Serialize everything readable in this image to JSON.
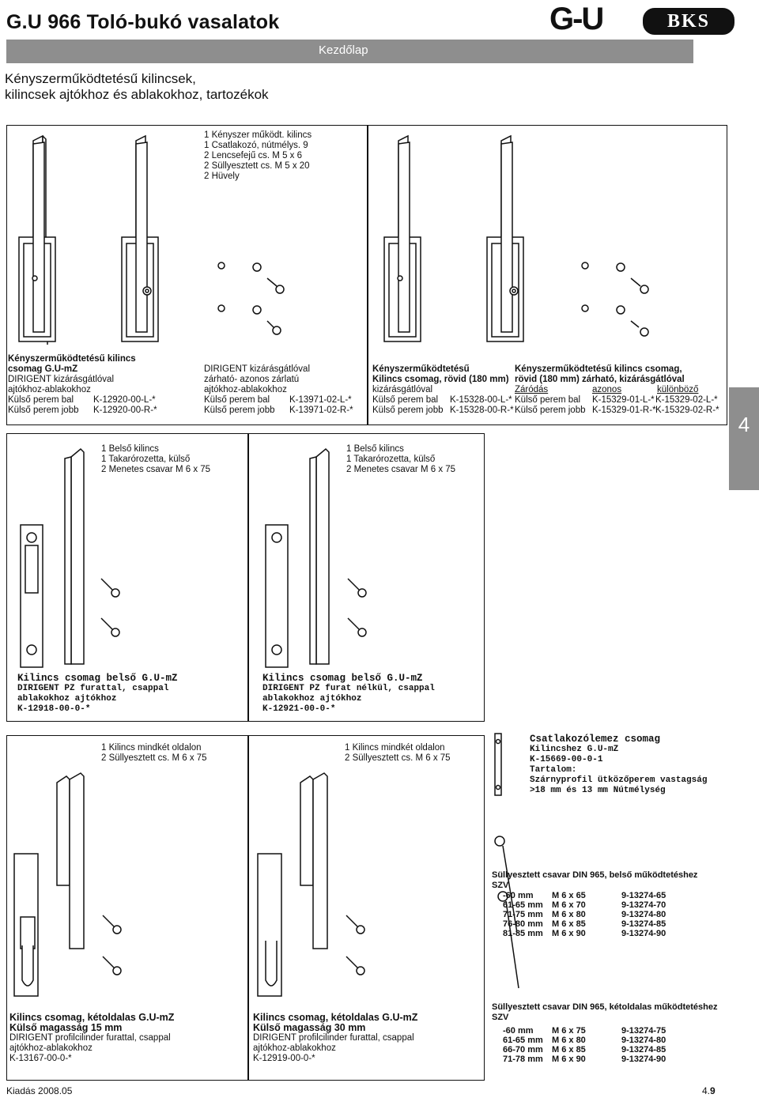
{
  "header": {
    "title": "G.U 966 Toló-bukó vasalatok",
    "nav_link": "Kezdőlap",
    "subtitle_line1": "Kényszerműködtetésű kilincsek,",
    "subtitle_line2": "kilincsek ajtókhoz és ablakokhoz, tartozékok",
    "logo_left": "G-U",
    "logo_right": "BKS"
  },
  "side_tab": "4",
  "parts_list_1": [
    "1 Kényszer működt. kilincs",
    "1 Csatlakozó, nútmélys. 9",
    "2 Lencsefejű cs. M 5 x 6",
    "2 Süllyesztett cs. M 5 x 20",
    "2 Hüvely"
  ],
  "product_1": {
    "title_line1": "Kényszerműködtetésű kilincs",
    "title_line2": "csomag G.U-mZ",
    "line3": "DIRIGENT kizárásgátlóval",
    "line4": "ajtókhoz-ablakokhoz",
    "rows": [
      [
        "Külső perem bal",
        "K-12920-00-L-*"
      ],
      [
        "Külső perem jobb",
        "K-12920-00-R-*"
      ]
    ]
  },
  "product_2": {
    "line1": "DIRIGENT kizárásgátlóval",
    "line2": "zárható- azonos zárlatú",
    "line3": "ajtókhoz-ablakokhoz",
    "rows": [
      [
        "Külső perem bal",
        "K-13971-02-L-*"
      ],
      [
        "Külső perem jobb",
        "K-13971-02-R-*"
      ]
    ]
  },
  "product_3": {
    "line1": "Kényszerműködtetésű",
    "line2": "Kilincs csomag, rövid (180 mm)",
    "line3": "kizárásgátlóval",
    "rows": [
      [
        "Külső perem bal",
        "K-15328-00-L-*"
      ],
      [
        "Külső perem jobb",
        "K-15328-00-R-*"
      ]
    ]
  },
  "product_4": {
    "line1": "Kényszerműködtetésű kilincs csomag,",
    "line2": "rövid (180 mm) zárható, kizárásgátlóval",
    "header_row": [
      "Záródás",
      "azonos",
      "különböző"
    ],
    "rows": [
      [
        "Külső perem bal",
        "K-15329-01-L-*",
        "K-15329-02-L-*"
      ],
      [
        "Külső perem jobb",
        "K-15329-01-R-*",
        "K-15329-02-R-*"
      ]
    ]
  },
  "parts_list_2": [
    "1  Belső kilincs",
    "1  Takarórozetta, külső",
    "2  Menetes csavar M 6 x 75"
  ],
  "parts_list_3": [
    "1  Belső kilincs",
    "1  Takarórozetta, külső",
    "2  Menetes csavar M 6 x 75"
  ],
  "product_5": {
    "line1": "Kilincs csomag belső G.U-mZ",
    "line2": "DIRIGENT PZ furattal, csappal",
    "line3": "ablakokhoz ajtókhoz",
    "line4": "K-12918-00-0-*"
  },
  "product_6": {
    "line1": "Kilincs csomag belső G.U-mZ",
    "line2": "DIRIGENT PZ furat nélkül, csappal",
    "line3": "ablakokhoz ajtókhoz",
    "line4": "K-12921-00-0-*"
  },
  "parts_list_4": [
    "1 Kilincs mindkét oldalon",
    "2 Süllyesztett cs. M 6 x 75"
  ],
  "parts_list_5": [
    "1 Kilincs mindkét oldalon",
    "2 Süllyesztett cs. M 6 x 75"
  ],
  "product_7": {
    "line1": "Csatlakozólemez csomag",
    "line2": "Kilincshez G.U-mZ",
    "line3": "K-15669-00-0-1",
    "line4": "Tartalom:",
    "line5": "Szárnyprofil ütközőperem vastagság",
    "line6": ">18 mm és 13 mm Nútmélység"
  },
  "screws_1": {
    "title_line1": "Süllyesztett csavar DIN 965, belső működtetéshez",
    "title_line2": "SZV",
    "rows": [
      [
        "-60 mm",
        "M 6 x 65",
        "9-13274-65"
      ],
      [
        "61-65 mm",
        "M 6 x 70",
        "9-13274-70"
      ],
      [
        "71-75 mm",
        "M 6 x 80",
        "9-13274-80"
      ],
      [
        "76-80 mm",
        "M 6 x 85",
        "9-13274-85"
      ],
      [
        "81-85 mm",
        "M 6 x 90",
        "9-13274-90"
      ]
    ]
  },
  "screws_2": {
    "title_line1": "Süllyesztett csavar DIN 965, kétoldalas működtetéshez",
    "title_line2": "SZV",
    "rows": [
      [
        "-60 mm",
        "M 6 x 75",
        "9-13274-75"
      ],
      [
        "61-65 mm",
        "M 6 x 80",
        "9-13274-80"
      ],
      [
        "66-70 mm",
        "M 6 x 85",
        "9-13274-85"
      ],
      [
        "71-78 mm",
        "M 6 x 90",
        "9-13274-90"
      ]
    ]
  },
  "product_8": {
    "line1": "Kilincs csomag, kétoldalas G.U-mZ",
    "line2": "Külső magasság 15 mm",
    "line3": "DIRIGENT profilcilinder furattal, csappal",
    "line4": "ajtókhoz-ablakokhoz",
    "line5": "K-13167-00-0-*"
  },
  "product_9": {
    "line1": "Kilincs csomag, kétoldalas G.U-mZ",
    "line2": "Külső magasság 30 mm",
    "line3": "DIRIGENT profilcilinder furattal, csappal",
    "line4": "ajtókhoz-ablakokhoz",
    "line5": "K-12919-00-0-*"
  },
  "footer": {
    "edition": "Kiadás 2008.05",
    "page_prefix": "4.",
    "page_num": "9"
  }
}
